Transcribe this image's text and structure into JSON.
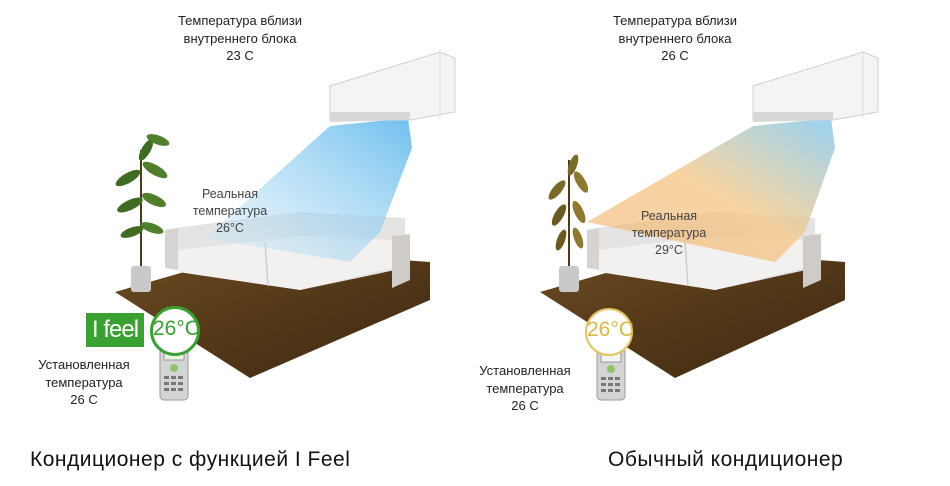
{
  "left": {
    "unit_label_line1": "Температура вблизи",
    "unit_label_line2": "внутреннего блока",
    "unit_temp": "23 C",
    "real_line1": "Реальная",
    "real_line2": "температура",
    "real_temp": "26°C",
    "badge": "I feel",
    "circle_temp": "26°C",
    "set_line1": "Установленная",
    "set_line2": "температура",
    "set_temp": "26 C",
    "caption": "Кондиционер с функцией I Feel",
    "airflow_color": "#7fc8f0",
    "plant_color": "#3f6b22"
  },
  "right": {
    "unit_label_line1": "Температура вблизи",
    "unit_label_line2": "внутреннего блока",
    "unit_temp": "26 C",
    "real_line1": "Реальная",
    "real_line2": "температура",
    "real_temp": "29°C",
    "circle_temp": "26°C",
    "set_line1": "Установленная",
    "set_line2": "температура",
    "set_temp": "26 C",
    "caption": "Обычный кондиционер",
    "airflow_color": "#f2b874",
    "plant_color": "#7a6a2a"
  },
  "colors": {
    "green": "#3aa032",
    "gold": "#e2c560",
    "floor": "#5a3d1c"
  },
  "icons": [
    "air-conditioner-icon",
    "sofa-icon",
    "plant-icon",
    "remote-control-icon"
  ]
}
